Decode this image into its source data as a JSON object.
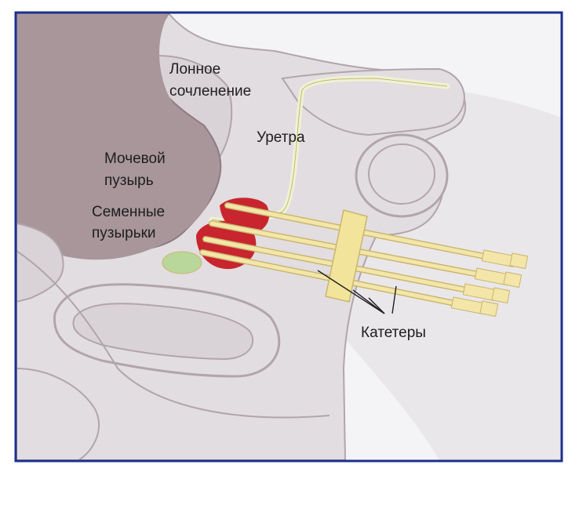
{
  "labels": {
    "pubic_symphysis": [
      "Лонное",
      "сочленение"
    ],
    "urethra": "Уретра",
    "bladder": [
      "Мочевой",
      "пузырь"
    ],
    "seminal_vesicles": [
      "Семенные",
      "пузырьки"
    ],
    "catheters": "Катетеры"
  },
  "colors": {
    "frame": "#1c2f8c",
    "background": "#f4f4f6",
    "tissue": "#e2dde0",
    "tissue_outline": "#b1a5ab",
    "organ": "#a8969b",
    "organ_outline": "#8f7c82",
    "bone": "#d9d3d7",
    "prostate_red": "#c8252e",
    "vesicle_green": "#b9d79a",
    "catheter_yellow": "#f3e6a8",
    "catheter_outline": "#c9b670",
    "template_yellow": "#f2e49a",
    "urethra_line": "#eef2d4"
  }
}
